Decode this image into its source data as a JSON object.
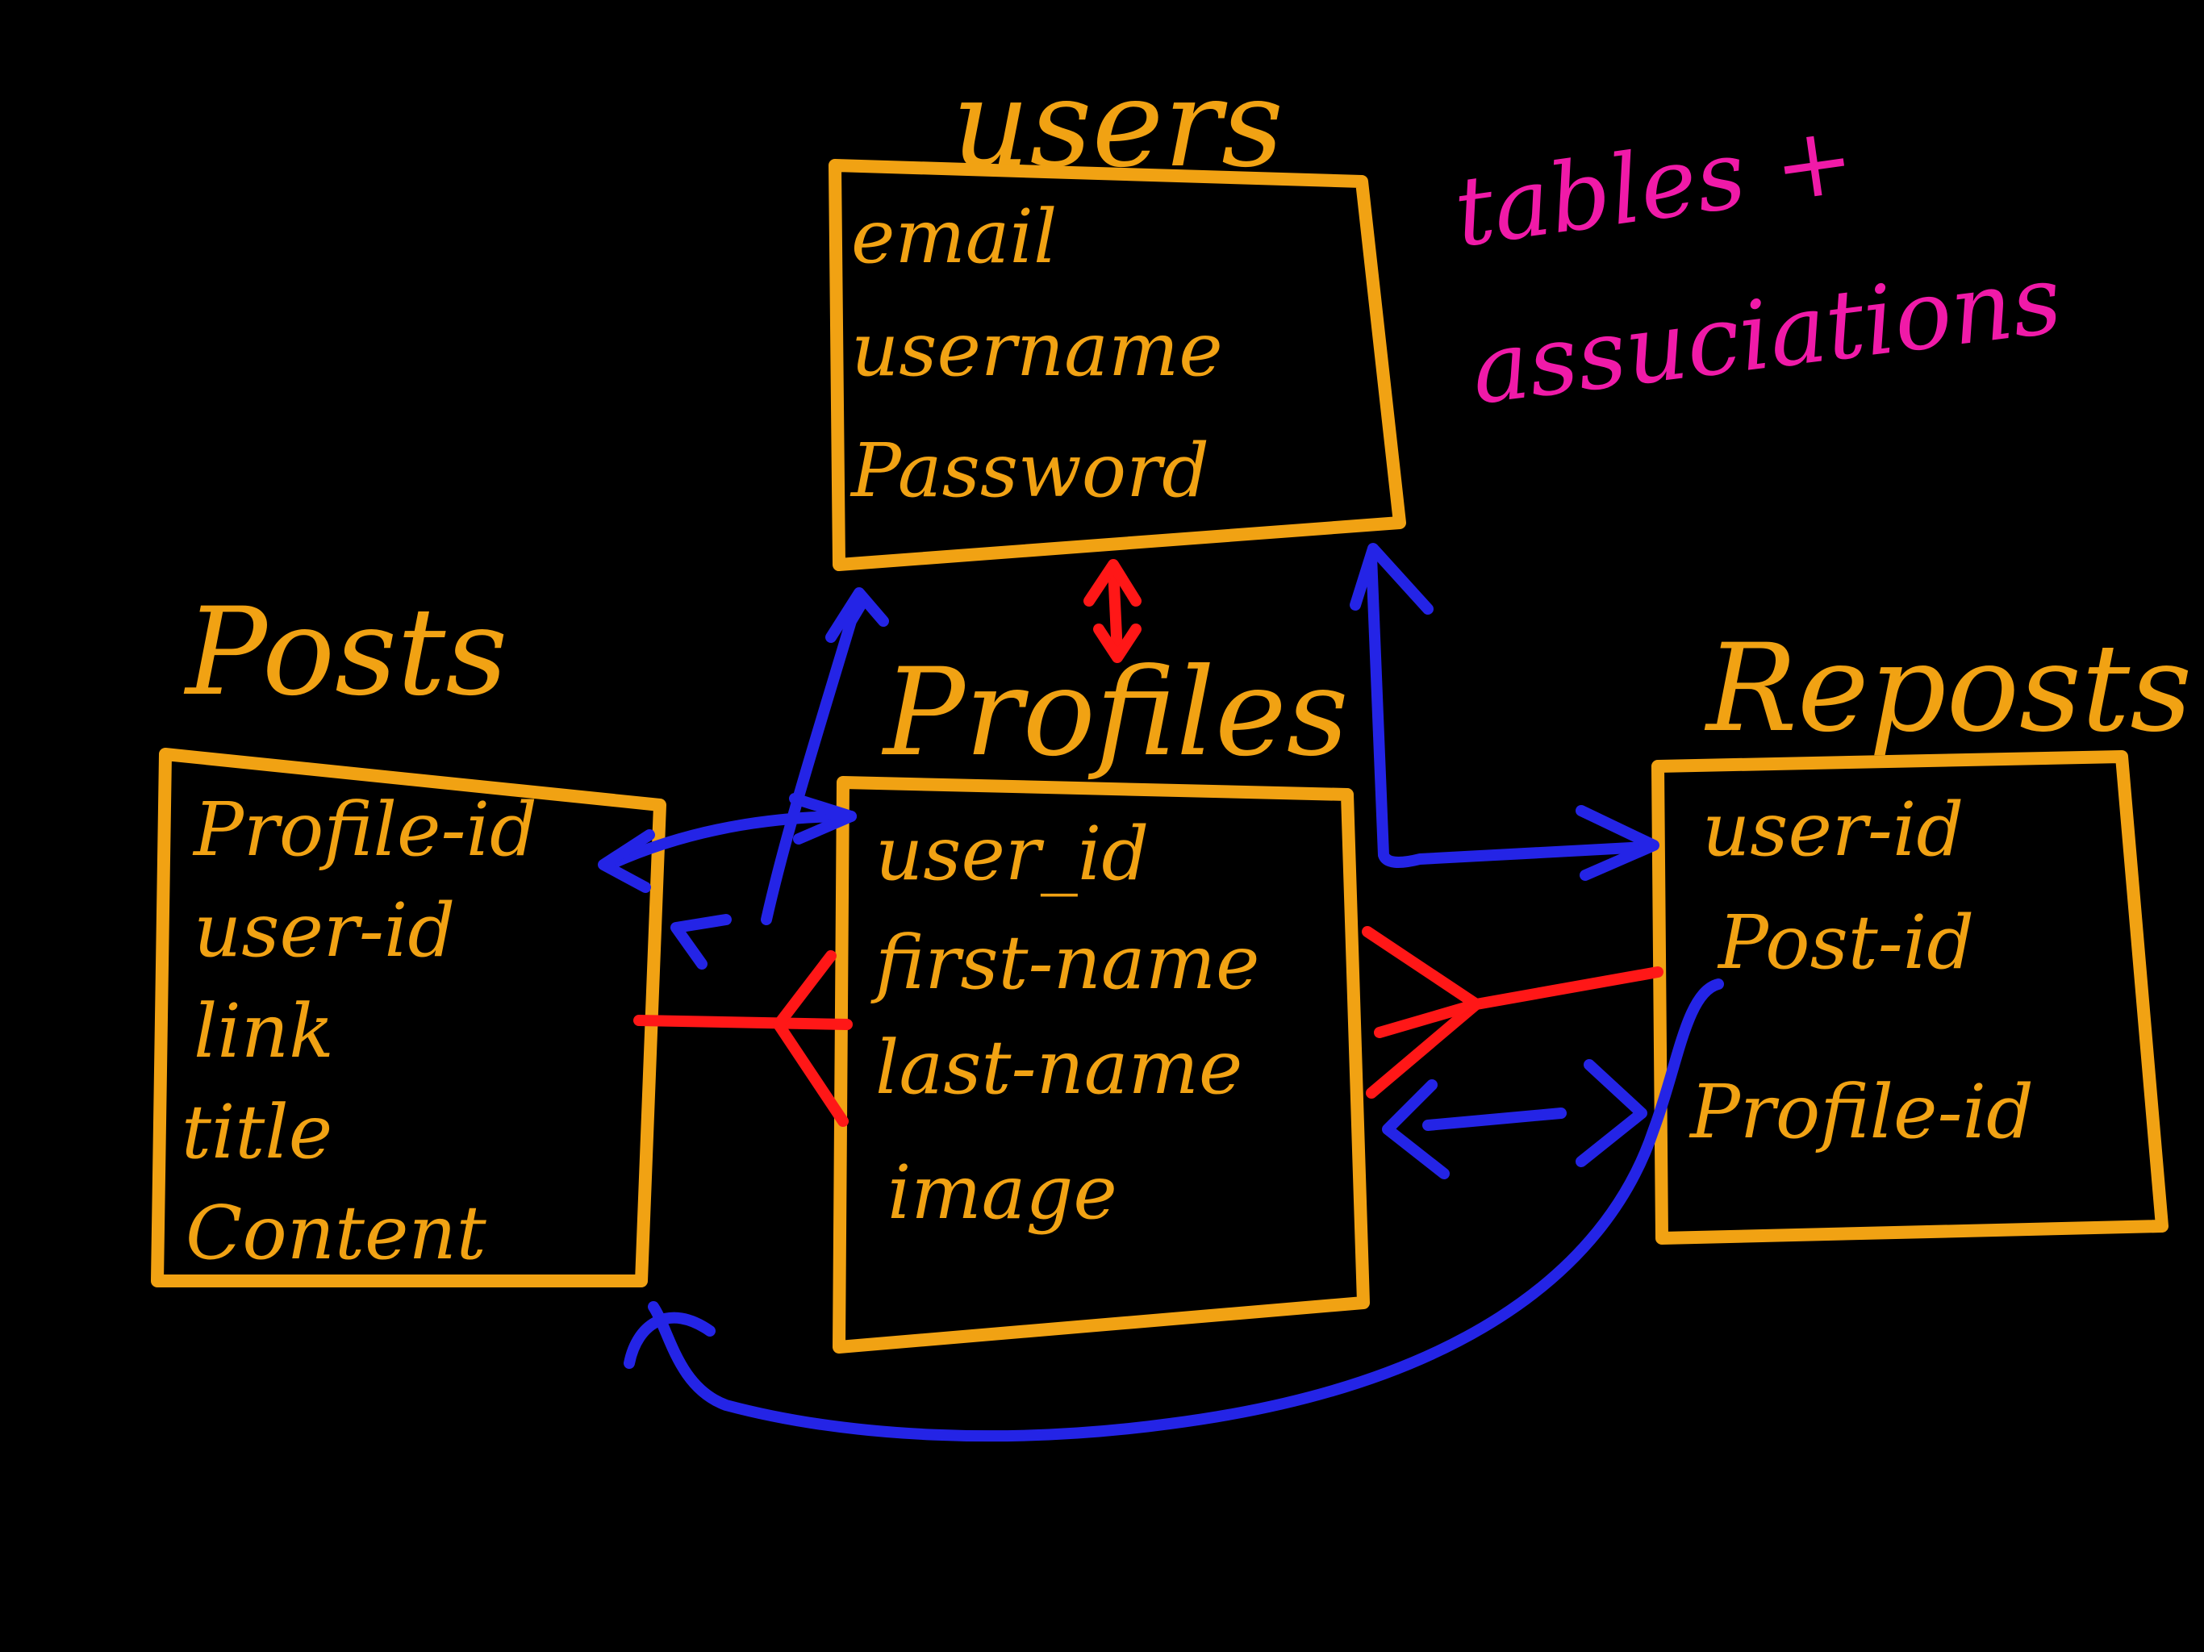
{
  "note": {
    "line1": "tables +",
    "line2": "assuciations",
    "color": "#f01aa8"
  },
  "colors": {
    "table_outline": "#f1a213",
    "association_blue": "#2424e6",
    "association_red": "#ff1717",
    "background": "#000000"
  },
  "tables": {
    "users": {
      "title": "users",
      "fields": [
        "email",
        "username",
        "Password"
      ]
    },
    "posts": {
      "title": "Posts",
      "fields": [
        "Profile-id",
        "user-id",
        "link",
        "title",
        "Content"
      ]
    },
    "profiles": {
      "title": "Profiles",
      "fields": [
        "user_id",
        "first-name",
        "last-name",
        "image"
      ]
    },
    "reposts": {
      "title": "Reposts",
      "fields": [
        "user-id",
        "Post-id",
        "Profile-id"
      ]
    }
  }
}
